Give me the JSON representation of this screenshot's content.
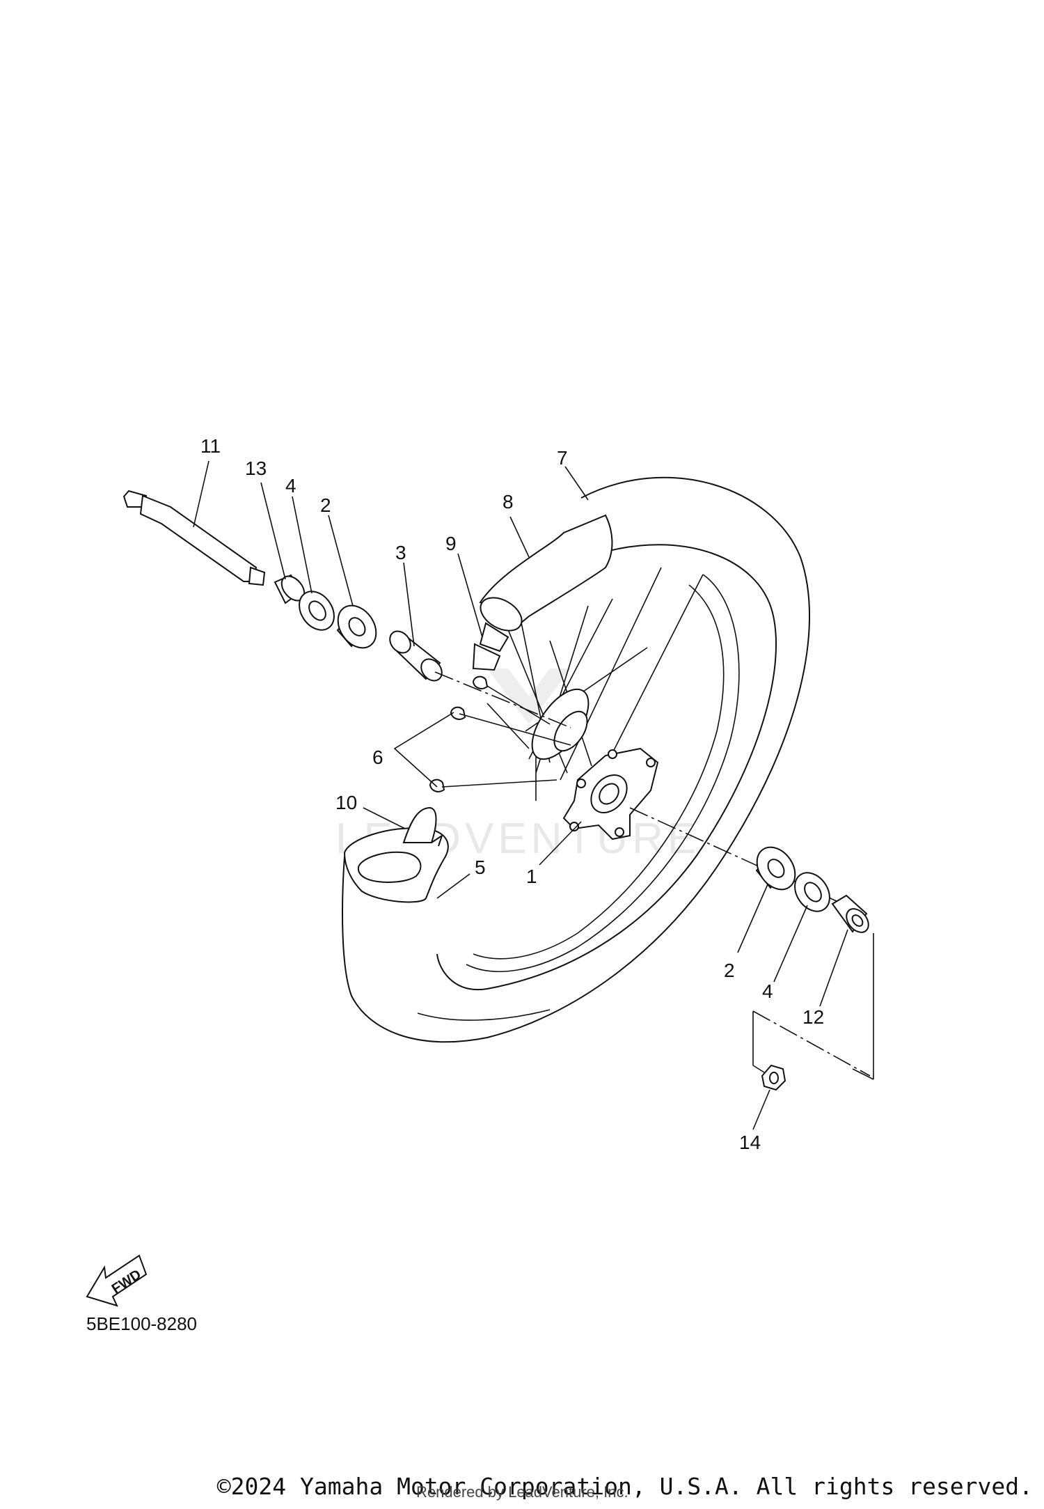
{
  "diagram": {
    "callouts": [
      {
        "id": "11",
        "label": "11"
      },
      {
        "id": "13",
        "label": "13"
      },
      {
        "id": "4a",
        "label": "4"
      },
      {
        "id": "2a",
        "label": "2"
      },
      {
        "id": "3",
        "label": "3"
      },
      {
        "id": "9",
        "label": "9"
      },
      {
        "id": "8",
        "label": "8"
      },
      {
        "id": "7",
        "label": "7"
      },
      {
        "id": "6",
        "label": "6"
      },
      {
        "id": "10",
        "label": "10"
      },
      {
        "id": "5",
        "label": "5"
      },
      {
        "id": "1",
        "label": "1"
      },
      {
        "id": "2b",
        "label": "2"
      },
      {
        "id": "4b",
        "label": "4"
      },
      {
        "id": "12",
        "label": "12"
      },
      {
        "id": "14",
        "label": "14"
      }
    ],
    "fwd_label": "FWD",
    "diagram_code": "5BE100-8280",
    "watermark": "LEADVENTURE"
  },
  "footer": {
    "copyright": "©2024 Yamaha Motor Corporation, U.S.A. All rights reserved.",
    "rendered_by": "Rendered by LeadVenture, Inc."
  }
}
